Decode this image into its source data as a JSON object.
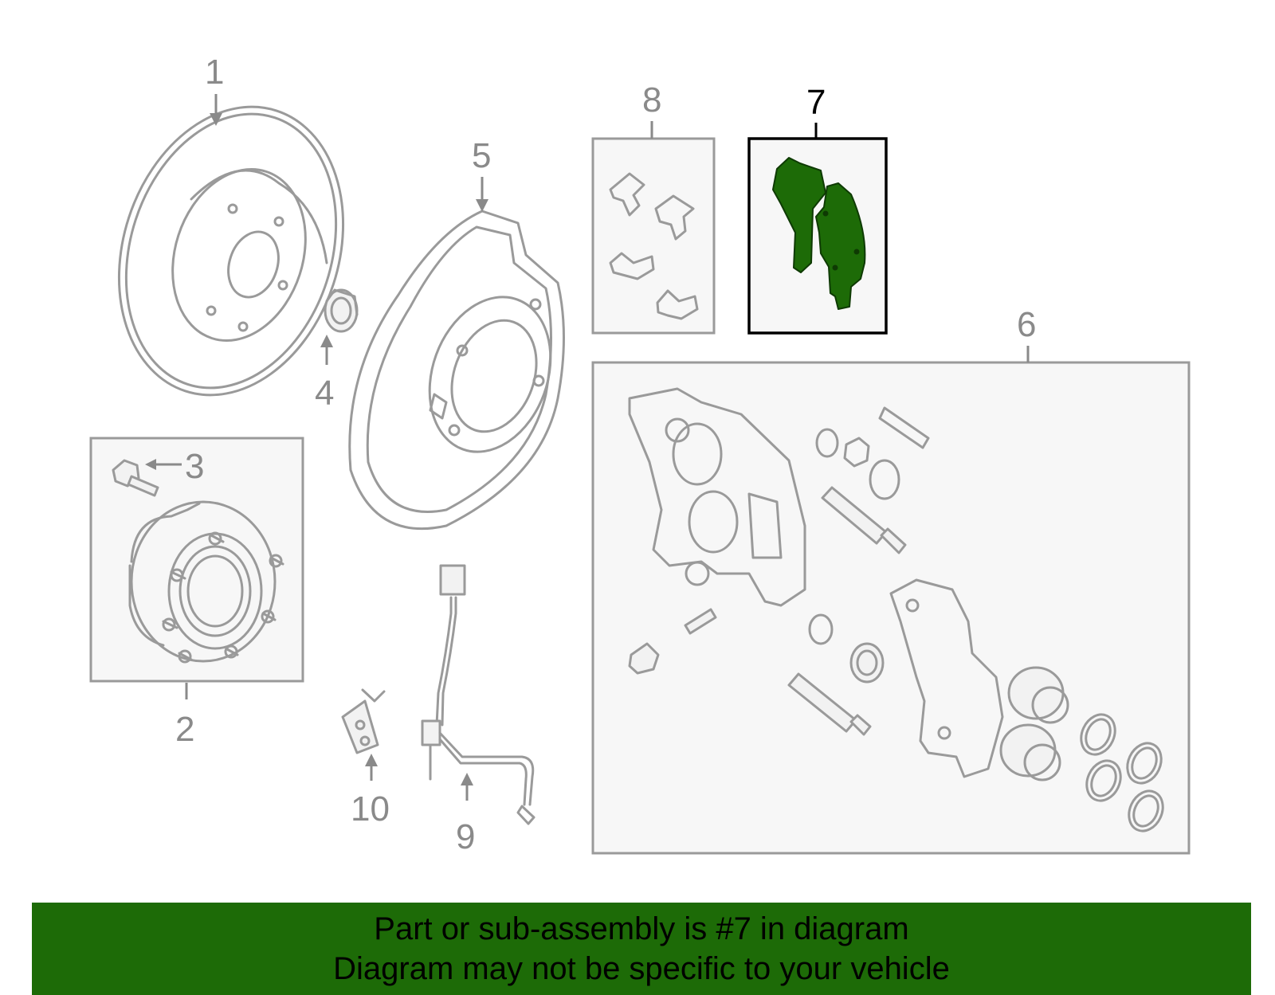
{
  "diagram": {
    "callouts": {
      "c1": "1",
      "c2": "2",
      "c3": "3",
      "c4": "4",
      "c5": "5",
      "c6": "6",
      "c7": "7",
      "c8": "8",
      "c9": "9",
      "c10": "10"
    },
    "highlighted_part": "7",
    "colors": {
      "highlight_fill": "#1d6b07",
      "banner_background": "#1d6b07",
      "part_outline": "#9a9a9a"
    }
  },
  "banner": {
    "line1": "Part or sub-assembly is #7 in diagram",
    "line2": "Diagram may not be specific to your vehicle"
  }
}
